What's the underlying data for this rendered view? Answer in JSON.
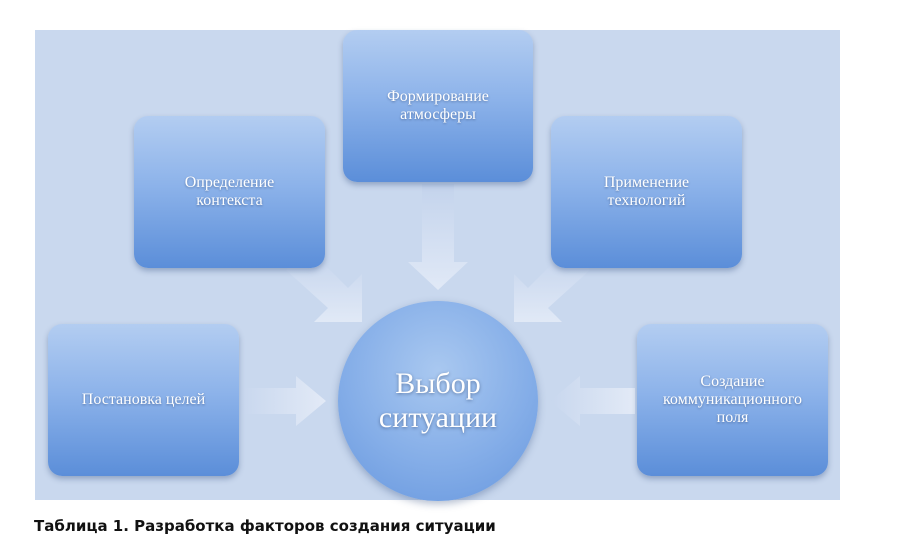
{
  "diagram": {
    "center": {
      "label": "Выбор\nситуации"
    },
    "factors": {
      "atmosphere": "Формирование\nатмосферы",
      "context": "Определение\nконтекста",
      "technology": "Применение\nтехнологий",
      "goals": "Постановка целей",
      "communication": "Создание\nкоммуникационного\nполя"
    }
  },
  "caption": "Таблица 1. Разработка факторов создания ситуации",
  "colors": {
    "background": "#c9d8ee",
    "box_top": "#b3cdf1",
    "box_bottom": "#5b8ed9",
    "arrow": "#dbe5f4"
  }
}
